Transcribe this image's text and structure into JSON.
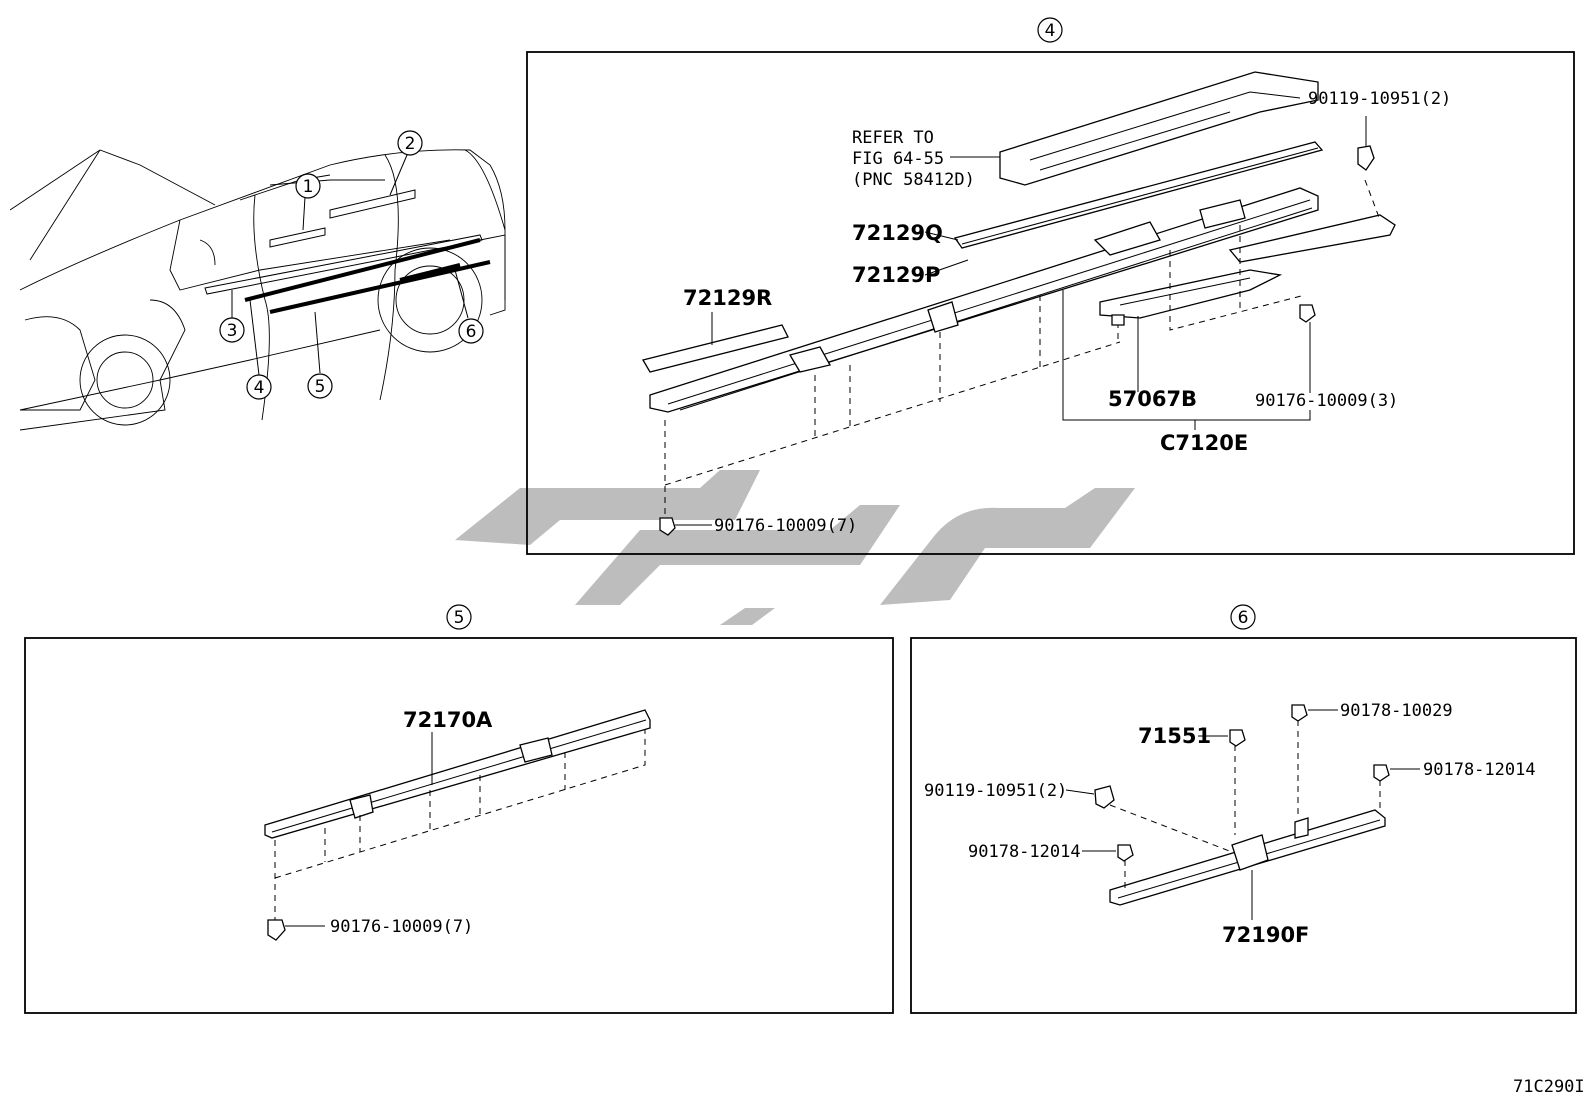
{
  "callouts": {
    "c1": "1",
    "c2": "2",
    "c3": "3",
    "c4": "4",
    "c5": "5",
    "c6": "6",
    "sec4": "4",
    "sec5": "5",
    "sec6": "6"
  },
  "section4": {
    "refer_line1": "REFER TO",
    "refer_line2": "FIG 64-55",
    "refer_line3": "(PNC 58412D)",
    "bolt_top_right": "90119-10951(2)",
    "p72129Q": "72129Q",
    "p72129P": "72129P",
    "p72129R": "72129R",
    "p57067B": "57067B",
    "clip_3": "90176-10009(3)",
    "assy": "C7120E",
    "clip_7": "90176-10009(7)"
  },
  "section5": {
    "p72170A": "72170A",
    "clip_7": "90176-10009(7)"
  },
  "section6": {
    "p71551": "71551",
    "nut_10029": "90178-10029",
    "nut_12014_right": "90178-12014",
    "bolt": "90119-10951(2)",
    "nut_12014_left": "90178-12014",
    "p72190F": "72190F"
  },
  "footer": {
    "code": "71C290I"
  }
}
